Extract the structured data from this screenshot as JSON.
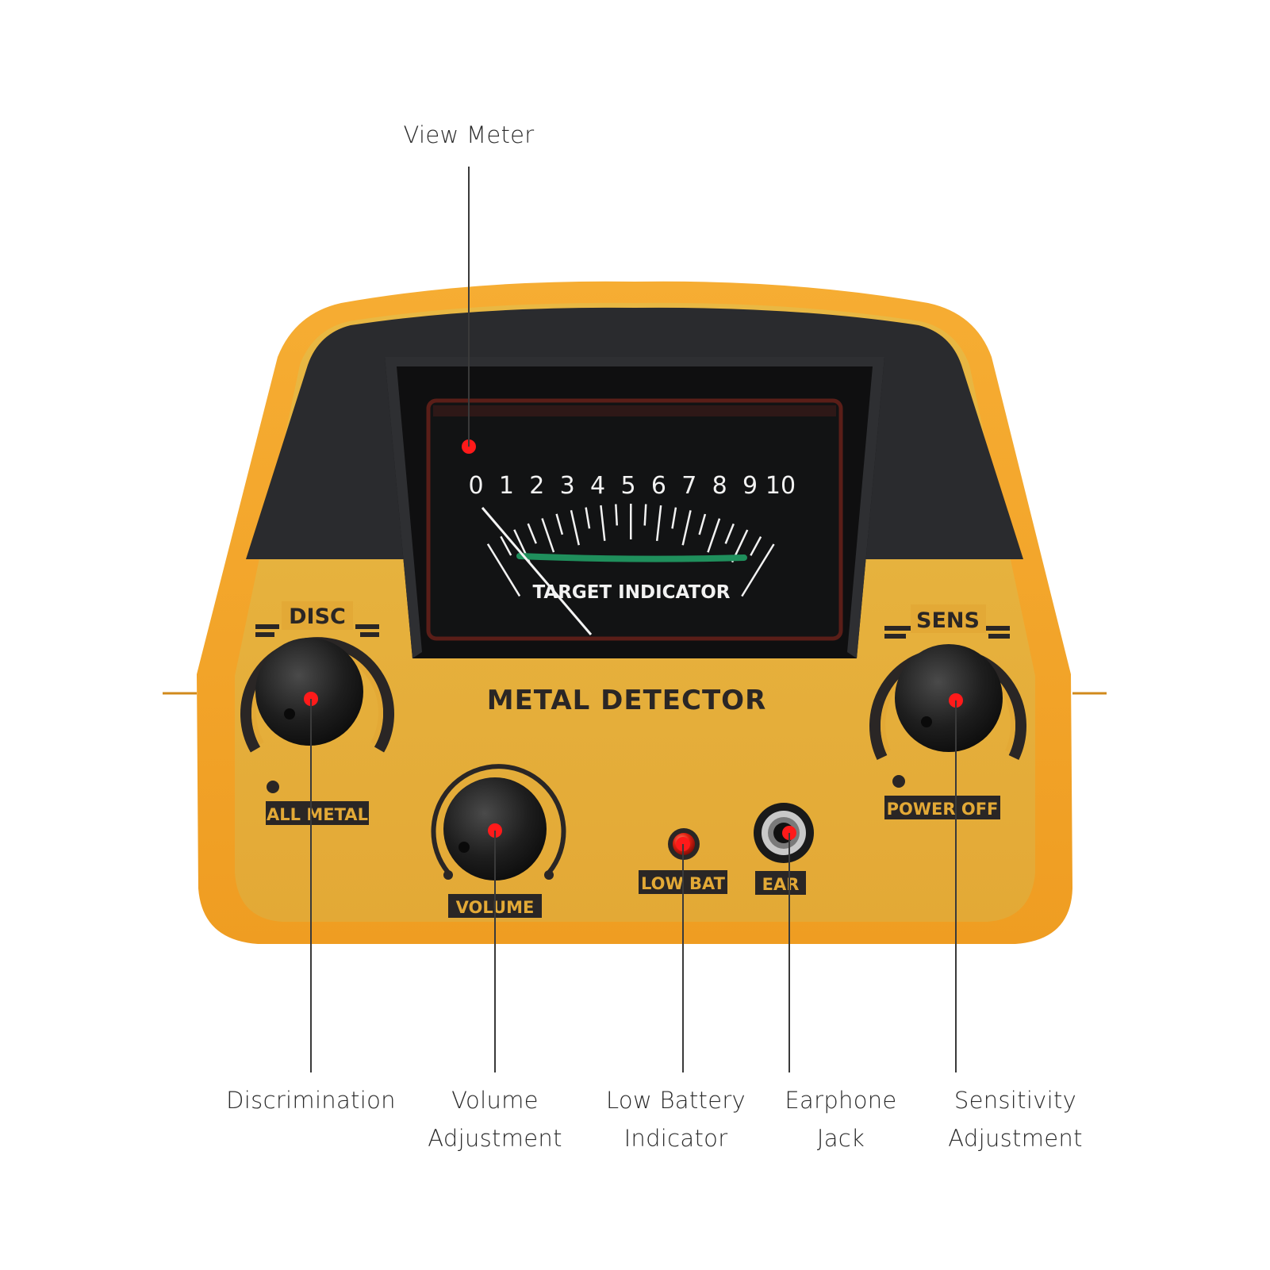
{
  "device": {
    "brand_label": "METAL DETECTOR",
    "meter": {
      "scale_numbers": [
        "0",
        "1",
        "2",
        "3",
        "4",
        "5",
        "6",
        "7",
        "8",
        "9",
        "10"
      ],
      "caption": "TARGET INDICATOR"
    },
    "disc_label": "DISC",
    "sens_label": "SENS",
    "all_metal_label": "ALL METAL",
    "power_off_label": "POWER OFF",
    "volume_label": "VOLUME",
    "low_bat_label": "LOW BAT",
    "ear_label": "EAR"
  },
  "callouts": {
    "view_meter": "View Meter",
    "discrimination": "Discrimination",
    "volume": [
      "Volume",
      "Adjustment"
    ],
    "low_battery": [
      "Low Battery",
      "Indicator"
    ],
    "earphone": [
      "Earphone",
      "Jack"
    ],
    "sensitivity": [
      "Sensitivity",
      "Adjustment"
    ]
  },
  "colors": {
    "shell_orange": "#f4a52a",
    "panel_yellow": "#e8b53a",
    "panel_dark": "#2a2b2e",
    "meter_face": "#121314",
    "marker_red": "#ff1a1a",
    "scale_green": "#1f8f5c"
  }
}
